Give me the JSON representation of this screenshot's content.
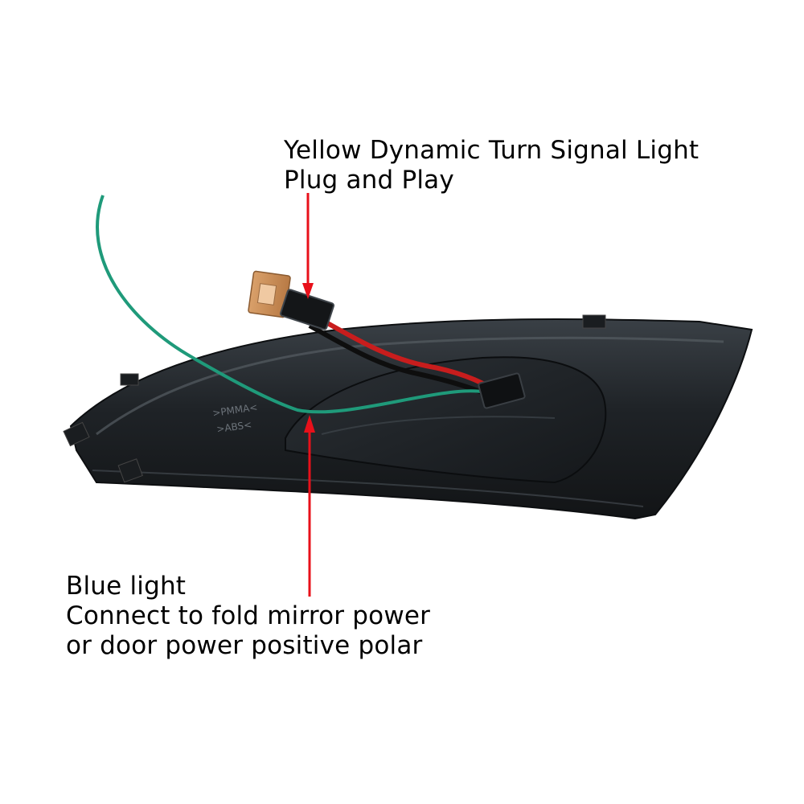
{
  "callouts": {
    "turn_signal": {
      "title": "Yellow Dynamic Turn Signal Light",
      "subtitle": "Plug and Play"
    },
    "blue_light": {
      "title": "Blue light",
      "line1": "Connect to fold mirror power",
      "line2": "or door power positive polar"
    }
  },
  "housing_markings": {
    "material_top": ">PMMA<",
    "material_bottom": ">ABS<"
  },
  "colors": {
    "arrow": "#e8101a",
    "green_wire": "#1f9a7a",
    "housing": "#1e2226",
    "pcb": "#c98a55"
  },
  "icons": {
    "turn_signal_arrow": "red-arrow-icon",
    "blue_light_arrow": "red-arrow-icon"
  }
}
